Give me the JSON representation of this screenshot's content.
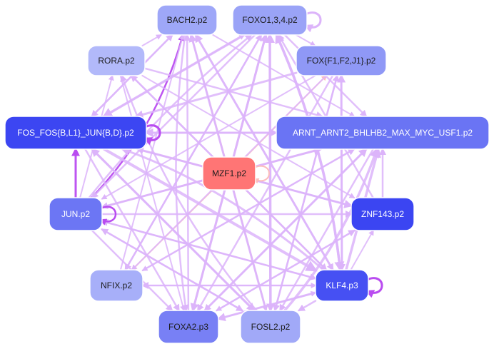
{
  "nodes": [
    {
      "id": "bach2",
      "label": "BACH2.p2",
      "fill": "#9ea7f8",
      "text_color": "#1c1c1c"
    },
    {
      "id": "foxo",
      "label": "FOXO1,3,4.p2",
      "fill": "#9aa3f7",
      "text_color": "#1c1c1c"
    },
    {
      "id": "rora",
      "label": "RORA.p2",
      "fill": "#b2b9fa",
      "text_color": "#1c1c1c"
    },
    {
      "id": "foxf",
      "label": "FOX{F1,F2,J1}.p2",
      "fill": "#8f98f6",
      "text_color": "#1c1c1c"
    },
    {
      "id": "fos",
      "label": "FOS_FOS{B,L1}_JUN{B,D}.p2",
      "fill": "#3c46f2",
      "text_color": "#ffffff"
    },
    {
      "id": "arnt",
      "label": "ARNT_ARNT2_BHLHB2_MAX_MYC_USF1.p2",
      "fill": "#6a74f4",
      "text_color": "#ffffff"
    },
    {
      "id": "mzf1",
      "label": "MZF1.p2",
      "fill": "#ff7575",
      "text_color": "#1c1c1c"
    },
    {
      "id": "jun",
      "label": "JUN.p2",
      "fill": "#6c76f4",
      "text_color": "#ffffff"
    },
    {
      "id": "znf143",
      "label": "ZNF143.p2",
      "fill": "#3b45f2",
      "text_color": "#ffffff"
    },
    {
      "id": "nfix",
      "label": "NFIX.p2",
      "fill": "#a7aff9",
      "text_color": "#1c1c1c"
    },
    {
      "id": "klf4",
      "label": "KLF4.p3",
      "fill": "#4650f3",
      "text_color": "#ffffff"
    },
    {
      "id": "foxa2",
      "label": "FOXA2.p3",
      "fill": "#7880f5",
      "text_color": "#1c1c1c"
    },
    {
      "id": "fosl2",
      "label": "FOSL2.p2",
      "fill": "#a1a9f8",
      "text_color": "#1c1c1c"
    }
  ],
  "edge_colors": {
    "light": "#dcb4fa",
    "pink": "#fcbcbc",
    "strong": "#b94cf0",
    "blue": "#a9c6e8"
  },
  "edges": [
    {
      "from": "mzf1",
      "to": "bach2",
      "color": "pink",
      "w": 2
    },
    {
      "from": "mzf1",
      "to": "foxo",
      "color": "pink",
      "w": 2
    },
    {
      "from": "mzf1",
      "to": "fos",
      "color": "pink",
      "w": 2
    },
    {
      "from": "mzf1",
      "to": "arnt",
      "color": "pink",
      "w": 2
    },
    {
      "from": "mzf1",
      "to": "foxa2",
      "color": "pink",
      "w": 2
    },
    {
      "from": "mzf1",
      "to": "fosl2",
      "color": "pink",
      "w": 2
    },
    {
      "from": "mzf1",
      "to": "klf4",
      "color": "pink",
      "w": 2
    },
    {
      "from": "mzf1",
      "to": "nfix",
      "color": "pink",
      "w": 2
    },
    {
      "from": "mzf1",
      "to": "jun",
      "color": "pink",
      "w": 2
    },
    {
      "from": "mzf1",
      "to": "znf143",
      "color": "blue",
      "w": 1.5
    },
    {
      "from": "mzf1",
      "to": "foxf",
      "color": "pink",
      "w": 2
    },
    {
      "from": "jun",
      "to": "fos",
      "color": "strong",
      "w": 3
    },
    {
      "from": "jun",
      "to": "bach2",
      "color": "strong",
      "w": 2.5,
      "curve": 40
    },
    {
      "from": "jun",
      "to": "arnt",
      "color": "light",
      "w": 3
    },
    {
      "from": "jun",
      "to": "znf143",
      "color": "light",
      "w": 2.5
    },
    {
      "from": "jun",
      "to": "foxo",
      "color": "light",
      "w": 2.5,
      "curve": -20
    },
    {
      "from": "jun",
      "to": "klf4",
      "color": "light",
      "w": 2.5
    },
    {
      "from": "jun",
      "to": "fosl2",
      "color": "light",
      "w": 2.5
    },
    {
      "from": "jun",
      "to": "foxa2",
      "color": "light",
      "w": 2.5
    },
    {
      "from": "jun",
      "to": "rora",
      "color": "light",
      "w": 2
    },
    {
      "from": "fos",
      "to": "klf4",
      "color": "light",
      "w": 4
    },
    {
      "from": "fos",
      "to": "fosl2",
      "color": "light",
      "w": 3
    },
    {
      "from": "fos",
      "to": "znf143",
      "color": "light",
      "w": 3
    },
    {
      "from": "fos",
      "to": "arnt",
      "color": "light",
      "w": 2.5
    },
    {
      "from": "fos",
      "to": "foxa2",
      "color": "light",
      "w": 2.5
    },
    {
      "from": "klf4",
      "to": "foxo",
      "color": "light",
      "w": 3.5,
      "curve": 30
    },
    {
      "from": "klf4",
      "to": "foxf",
      "color": "light",
      "w": 3
    },
    {
      "from": "klf4",
      "to": "arnt",
      "color": "light",
      "w": 3.5
    },
    {
      "from": "klf4",
      "to": "fos",
      "color": "light",
      "w": 3,
      "curve": 40
    },
    {
      "from": "klf4",
      "to": "foxa2",
      "color": "light",
      "w": 3
    },
    {
      "from": "klf4",
      "to": "nfix",
      "color": "light",
      "w": 2.5
    },
    {
      "from": "klf4",
      "to": "bach2",
      "color": "light",
      "w": 3
    },
    {
      "from": "klf4",
      "to": "jun",
      "color": "light",
      "w": 2.5
    },
    {
      "from": "klf4",
      "to": "rora",
      "color": "light",
      "w": 2.5
    },
    {
      "from": "fosl2",
      "to": "foxo",
      "color": "light",
      "w": 3.5
    },
    {
      "from": "fosl2",
      "to": "arnt",
      "color": "light",
      "w": 3.5,
      "curve": 30
    },
    {
      "from": "fosl2",
      "to": "bach2",
      "color": "light",
      "w": 3
    },
    {
      "from": "fosl2",
      "to": "fos",
      "color": "light",
      "w": 3
    },
    {
      "from": "fosl2",
      "to": "foxf",
      "color": "light",
      "w": 2.5
    },
    {
      "from": "fosl2",
      "to": "jun",
      "color": "light",
      "w": 2.5
    },
    {
      "from": "fosl2",
      "to": "rora",
      "color": "light",
      "w": 2.5,
      "curve": -40
    },
    {
      "from": "foxa2",
      "to": "arnt",
      "color": "light",
      "w": 3
    },
    {
      "from": "foxa2",
      "to": "foxo",
      "color": "light",
      "w": 3
    },
    {
      "from": "foxa2",
      "to": "bach2",
      "color": "light",
      "w": 2.5
    },
    {
      "from": "foxa2",
      "to": "znf143",
      "color": "light",
      "w": 2.5
    },
    {
      "from": "foxa2",
      "to": "klf4",
      "color": "light",
      "w": 2
    },
    {
      "from": "nfix",
      "to": "foxo",
      "color": "light",
      "w": 2.5
    },
    {
      "from": "nfix",
      "to": "arnt",
      "color": "light",
      "w": 2.5
    },
    {
      "from": "nfix",
      "to": "bach2",
      "color": "light",
      "w": 2
    },
    {
      "from": "nfix",
      "to": "klf4",
      "color": "light",
      "w": 2
    },
    {
      "from": "znf143",
      "to": "arnt",
      "color": "light",
      "w": 2.5
    },
    {
      "from": "znf143",
      "to": "foxo",
      "color": "light",
      "w": 2.5
    },
    {
      "from": "znf143",
      "to": "fos",
      "color": "light",
      "w": 2.5
    },
    {
      "from": "znf143",
      "to": "foxa2",
      "color": "light",
      "w": 2
    },
    {
      "from": "bach2",
      "to": "fos",
      "color": "light",
      "w": 2.5
    },
    {
      "from": "bach2",
      "to": "arnt",
      "color": "light",
      "w": 2
    },
    {
      "from": "bach2",
      "to": "klf4",
      "color": "light",
      "w": 2.5
    },
    {
      "from": "bach2",
      "to": "foxa2",
      "color": "light",
      "w": 2.5,
      "curve": 30
    },
    {
      "from": "bach2",
      "to": "fosl2",
      "color": "light",
      "w": 2
    },
    {
      "from": "rora",
      "to": "arnt",
      "color": "light",
      "w": 2.5
    },
    {
      "from": "rora",
      "to": "bach2",
      "color": "light",
      "w": 2
    },
    {
      "from": "rora",
      "to": "klf4",
      "color": "light",
      "w": 2.5
    },
    {
      "from": "rora",
      "to": "foxa2",
      "color": "light",
      "w": 2
    },
    {
      "from": "rora",
      "to": "znf143",
      "color": "light",
      "w": 2
    },
    {
      "from": "foxo",
      "to": "fos",
      "color": "light",
      "w": 3.5
    },
    {
      "from": "foxo",
      "to": "klf4",
      "color": "light",
      "w": 3.5,
      "curve": -30
    },
    {
      "from": "foxo",
      "to": "fosl2",
      "color": "light",
      "w": 3
    },
    {
      "from": "foxo",
      "to": "foxa2",
      "color": "light",
      "w": 3
    },
    {
      "from": "foxo",
      "to": "jun",
      "color": "light",
      "w": 2.5
    },
    {
      "from": "foxo",
      "to": "nfix",
      "color": "light",
      "w": 2.5
    },
    {
      "from": "foxo",
      "to": "arnt",
      "color": "light",
      "w": 2.5
    },
    {
      "from": "foxo",
      "to": "foxf",
      "color": "light",
      "w": 2
    },
    {
      "from": "foxf",
      "to": "fos",
      "color": "light",
      "w": 3
    },
    {
      "from": "foxf",
      "to": "fosl2",
      "color": "light",
      "w": 2.5
    },
    {
      "from": "foxf",
      "to": "klf4",
      "color": "light",
      "w": 2.5
    },
    {
      "from": "foxf",
      "to": "foxa2",
      "color": "light",
      "w": 2.5
    },
    {
      "from": "foxf",
      "to": "jun",
      "color": "light",
      "w": 2
    },
    {
      "from": "foxf",
      "to": "nfix",
      "color": "light",
      "w": 2
    },
    {
      "from": "arnt",
      "to": "fos",
      "color": "light",
      "w": 3
    },
    {
      "from": "arnt",
      "to": "jun",
      "color": "light",
      "w": 2.5
    },
    {
      "from": "arnt",
      "to": "foxa2",
      "color": "light",
      "w": 2.5
    },
    {
      "from": "arnt",
      "to": "fosl2",
      "color": "light",
      "w": 2.5
    },
    {
      "from": "arnt",
      "to": "nfix",
      "color": "light",
      "w": 2
    },
    {
      "from": "fos",
      "to": "bach2",
      "color": "light",
      "w": 2.5
    },
    {
      "from": "fos",
      "to": "foxo",
      "color": "light",
      "w": 2
    },
    {
      "from": "klf4",
      "to": "fosl2",
      "color": "light",
      "w": 2.5
    },
    {
      "from": "klf4",
      "to": "znf143",
      "color": "light",
      "w": 2
    }
  ],
  "self_loops": [
    {
      "node": "foxo",
      "color": "light",
      "w": 3
    },
    {
      "node": "fos",
      "color": "strong",
      "w": 3
    },
    {
      "node": "jun",
      "color": "strong",
      "w": 2.5
    },
    {
      "node": "klf4",
      "color": "strong",
      "w": 3
    },
    {
      "node": "mzf1",
      "color": "pink",
      "w": 2
    }
  ]
}
